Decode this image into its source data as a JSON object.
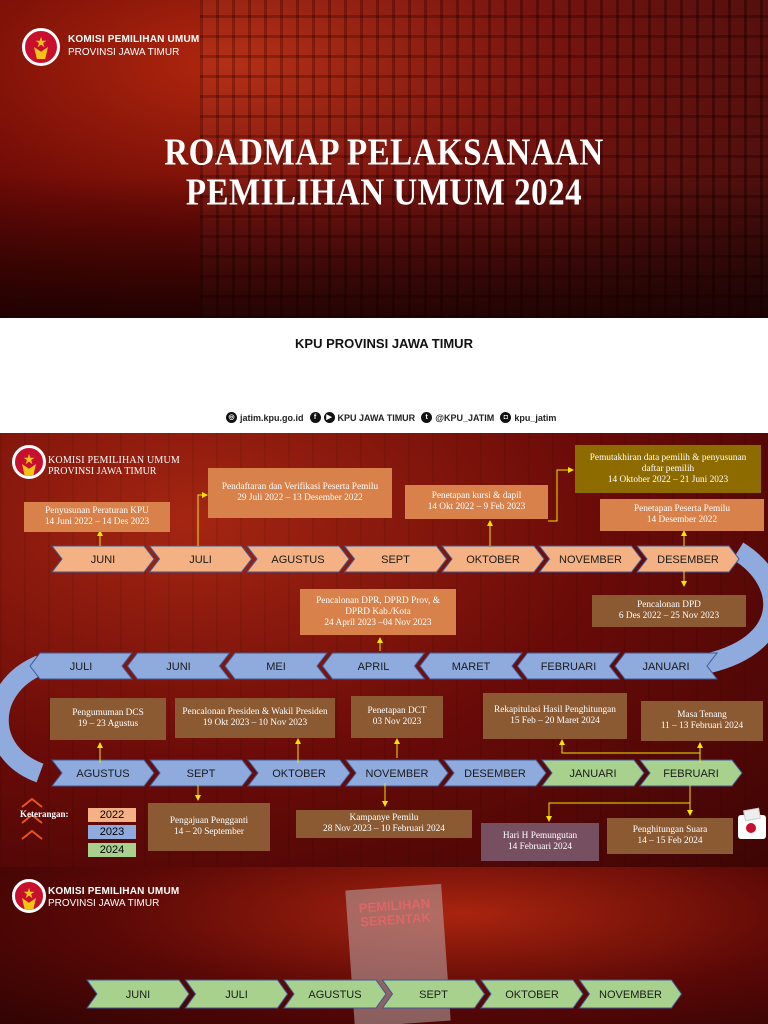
{
  "org": {
    "line1": "KOMISI PEMILIHAN UMUM",
    "line2": "PROVINSI JAWA TIMUR"
  },
  "cover": {
    "title_line1": "ROADMAP PELAKSANAAN",
    "title_line2": "PEMILIHAN UMUM 2024",
    "subtitle": "KPU PROVINSI JAWA TIMUR",
    "social": [
      {
        "icon": "globe-icon",
        "text": "jatim.kpu.go.id"
      },
      {
        "icon": "facebook-icon",
        "text": ""
      },
      {
        "icon": "youtube-icon",
        "text": "KPU JAWA TIMUR"
      },
      {
        "icon": "twitter-icon",
        "text": "@KPU_JATIM"
      },
      {
        "icon": "instagram-icon",
        "text": "kpu_jatim"
      }
    ]
  },
  "roadmap": {
    "row1": [
      "JUNI",
      "JULI",
      "AGUSTUS",
      "SEPT",
      "OKTOBER",
      "NOVEMBER",
      "DESEMBER"
    ],
    "row2": [
      "JULI",
      "JUNI",
      "MEI",
      "APRIL",
      "MARET",
      "FEBRUARI",
      "JANUARI"
    ],
    "row3": [
      "AGUSTUS",
      "SEPT",
      "OKTOBER",
      "NOVEMBER",
      "DESEMBER",
      "JANUARI",
      "FEBRUARI"
    ],
    "events": {
      "peraturan": {
        "title": "Penyusunan Peraturan KPU",
        "date": "14 Juni 2022 – 14 Des 2023"
      },
      "pendaftaran": {
        "title": "Pendaftaran dan Verifikasi Peserta Pemilu",
        "date": "29 Juli 2022 – 13 Desember 2022"
      },
      "kursi": {
        "title": "Penetapan kursi & dapil",
        "date": "14 Okt 2022 – 9 Feb 2023"
      },
      "pemutakhiran": {
        "title": "Pemutakhiran data pemilih & penyusunan daftar pemilih",
        "date": "14 Oktober 2022 – 21 Juni 2023"
      },
      "peserta": {
        "title": "Penetapan Peserta Pemilu",
        "date": "14 Desember 2022"
      },
      "dpr": {
        "title": "Pencalonan DPR, DPRD Prov, & DPRD Kab./Kota",
        "date": "24 April 2023 –04 Nov 2023"
      },
      "dpd": {
        "title": "Pencalonan DPD",
        "date": "6 Des 2022 – 25 Nov 2023"
      },
      "dcs": {
        "title": "Pengumuman DCS",
        "date": "19 – 23 Agustus"
      },
      "presiden": {
        "title": "Pencalonan Presiden & Wakil Presiden",
        "date": "19 Okt 2023 – 10 Nov 2023"
      },
      "dct": {
        "title": "Penetapan DCT",
        "date": "03 Nov 2023"
      },
      "rekap": {
        "title": "Rekapitulasi Hasil Penghitungan",
        "date": "15 Feb – 20 Maret 2024"
      },
      "tenang": {
        "title": "Masa Tenang",
        "date": "11 – 13 Februari 2024"
      },
      "pengganti": {
        "title": "Pengajuan Pengganti",
        "date": "14 – 20 September"
      },
      "kampanye": {
        "title": "Kampanye Pemilu",
        "date": "28 Nov 2023 – 10 Februari 2024"
      },
      "harih": {
        "title": "Hari H Pemungutan",
        "date": "14 Februari 2024"
      },
      "hitung": {
        "title": "Penghitungan Suara",
        "date": "14 – 15 Feb 2024"
      }
    },
    "legend": {
      "label": "Keterangan:",
      "items": [
        {
          "year": "2022",
          "color": "#f4b183"
        },
        {
          "year": "2023",
          "color": "#8faadc"
        },
        {
          "year": "2024",
          "color": "#a9d18e"
        }
      ]
    },
    "colors": {
      "row1": "#f4b183",
      "row2": "#8faadc",
      "row3": "#8faadc",
      "row3_2024": "#a9d18e"
    }
  },
  "slide3": {
    "banner": "PEMILIHAN SERENTAK",
    "months": [
      "JUNI",
      "JULI",
      "AGUSTUS",
      "SEPT",
      "OKTOBER",
      "NOVEMBER"
    ]
  }
}
